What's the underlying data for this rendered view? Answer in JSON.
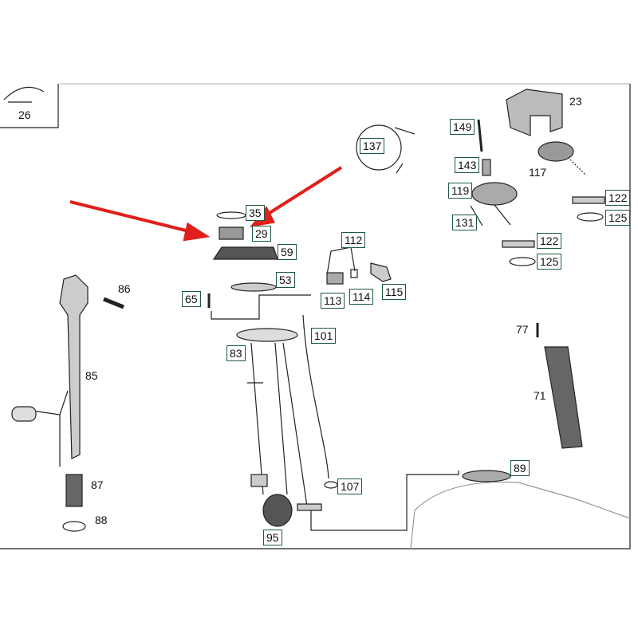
{
  "diagram": {
    "arrow_color": "#e0201c",
    "box_color": "#1d5a3a",
    "labels": [
      {
        "id": "26",
        "boxed": false
      },
      {
        "id": "23",
        "boxed": false
      },
      {
        "id": "137",
        "boxed": true
      },
      {
        "id": "149",
        "boxed": true
      },
      {
        "id": "143",
        "boxed": true
      },
      {
        "id": "117",
        "boxed": false
      },
      {
        "id": "119",
        "boxed": true
      },
      {
        "id": "122",
        "boxed": true
      },
      {
        "id": "125",
        "boxed": true
      },
      {
        "id": "131",
        "boxed": true
      },
      {
        "id": "122",
        "boxed": true
      },
      {
        "id": "125",
        "boxed": true
      },
      {
        "id": "35",
        "boxed": true
      },
      {
        "id": "29",
        "boxed": true
      },
      {
        "id": "59",
        "boxed": true
      },
      {
        "id": "53",
        "boxed": true
      },
      {
        "id": "112",
        "boxed": true
      },
      {
        "id": "86",
        "boxed": false
      },
      {
        "id": "65",
        "boxed": true
      },
      {
        "id": "113",
        "boxed": true
      },
      {
        "id": "114",
        "boxed": true
      },
      {
        "id": "115",
        "boxed": true
      },
      {
        "id": "101",
        "boxed": true
      },
      {
        "id": "83",
        "boxed": true
      },
      {
        "id": "77",
        "boxed": false
      },
      {
        "id": "85",
        "boxed": false
      },
      {
        "id": "71",
        "boxed": false
      },
      {
        "id": "89",
        "boxed": true
      },
      {
        "id": "87",
        "boxed": false
      },
      {
        "id": "107",
        "boxed": true
      },
      {
        "id": "88",
        "boxed": false
      },
      {
        "id": "95",
        "boxed": true
      }
    ]
  }
}
